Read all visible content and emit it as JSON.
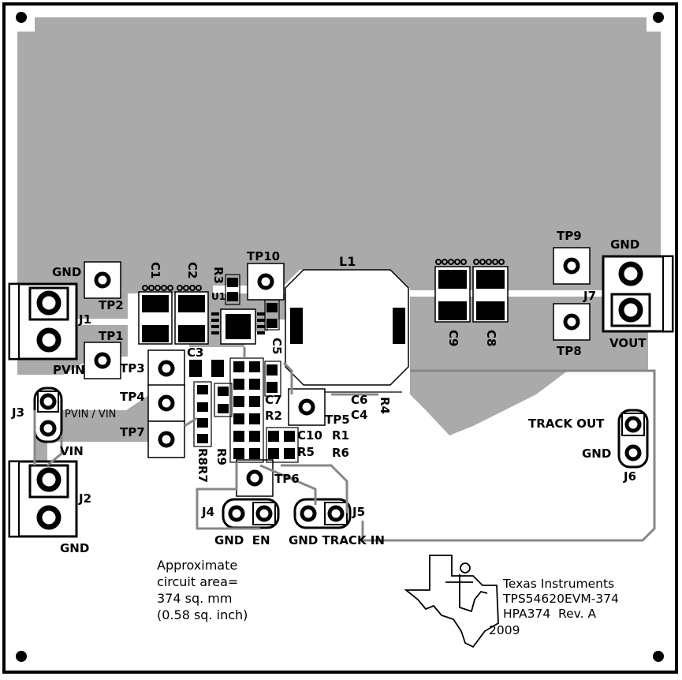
{
  "labels": {
    "gnd_left": "GND",
    "tp2": "TP2",
    "tp1": "TP1",
    "pvin": "PVIN",
    "j1": "J1",
    "c1": "C1",
    "c2": "C2",
    "r3": "R3",
    "u1": "U1",
    "tp10": "TP10",
    "l1": "L1",
    "c3": "C3",
    "c5": "C5",
    "tp3": "TP3",
    "tp4": "TP4",
    "tp7": "TP7",
    "j3": "J3",
    "pvin_vin": "PVIN / VIN",
    "vin": "VIN",
    "j2": "J2",
    "gnd_bottom": "GND",
    "c7": "C7",
    "r2": "R2",
    "c10": "C10",
    "r5": "R5",
    "r9": "R9",
    "r8r7": "R8R7",
    "tp5": "TP5",
    "c6": "C6",
    "c4": "C4",
    "r4": "R4",
    "r1": "R1",
    "r6": "R6",
    "tp6": "TP6",
    "j4": "J4",
    "j5": "J5",
    "gnd_en": "GND  EN",
    "gnd_track_in": "GND TRACK IN",
    "c9": "C9",
    "c8": "C8",
    "tp9": "TP9",
    "tp8": "TP8",
    "gnd_right": "GND",
    "j7": "J7",
    "vout": "VOUT",
    "track_out": "TRACK OUT",
    "gnd_j6": "GND",
    "j6": "J6"
  },
  "note": {
    "line1": "Approximate",
    "line2": "circuit area=",
    "line3": "374 sq. mm",
    "line4": "(0.58 sq. inch)"
  },
  "title_block": {
    "company": "Texas Instruments",
    "part": "TPS54620EVM-374",
    "assembly": "HPA374  Rev. A",
    "year": "2009"
  },
  "colors": {
    "copper": "#aaaaaa",
    "silk": "#000000",
    "board": "#ffffff"
  }
}
